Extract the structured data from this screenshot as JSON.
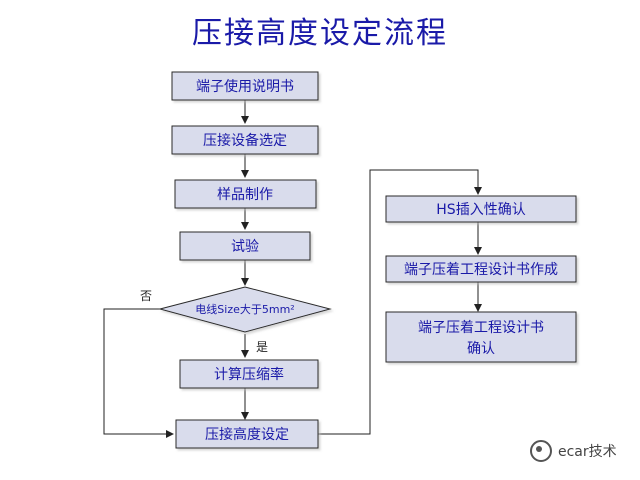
{
  "title": "压接高度设定流程",
  "steps": {
    "manual": "端子使用说明书",
    "equipment": "压接设备选定",
    "sample": "样品制作",
    "test": "试验",
    "decision": "电线Size大于5mm²",
    "compression": "计算压缩率",
    "height_setting": "压接高度设定",
    "hs_check": "HS插入性确认",
    "spec_create": "端子压着工程设计书作成",
    "spec_confirm_line1": "端子压着工程设计书",
    "spec_confirm_line2": "确认"
  },
  "labels": {
    "no": "否",
    "yes": "是"
  },
  "watermark": {
    "text": "ecar技术",
    "icon": "wechat-icon"
  },
  "colors": {
    "box_fill": "#d9dcec",
    "box_stroke": "#2a2a2a",
    "text": "#1a1aa8"
  }
}
